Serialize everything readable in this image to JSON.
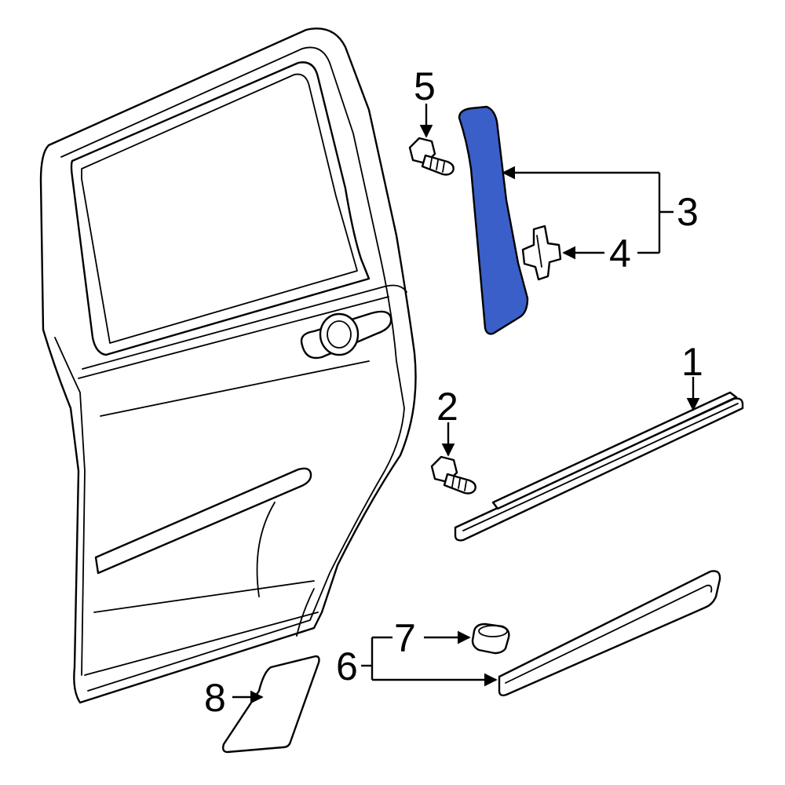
{
  "diagram": {
    "callouts": [
      {
        "id": "1",
        "label": "1"
      },
      {
        "id": "2",
        "label": "2"
      },
      {
        "id": "3",
        "label": "3"
      },
      {
        "id": "4",
        "label": "4"
      },
      {
        "id": "5",
        "label": "5"
      },
      {
        "id": "6",
        "label": "6"
      },
      {
        "id": "7",
        "label": "7"
      },
      {
        "id": "8",
        "label": "8"
      }
    ],
    "colors": {
      "highlight": "#3a5fc8",
      "outline": "#000000",
      "background": "#ffffff"
    }
  }
}
